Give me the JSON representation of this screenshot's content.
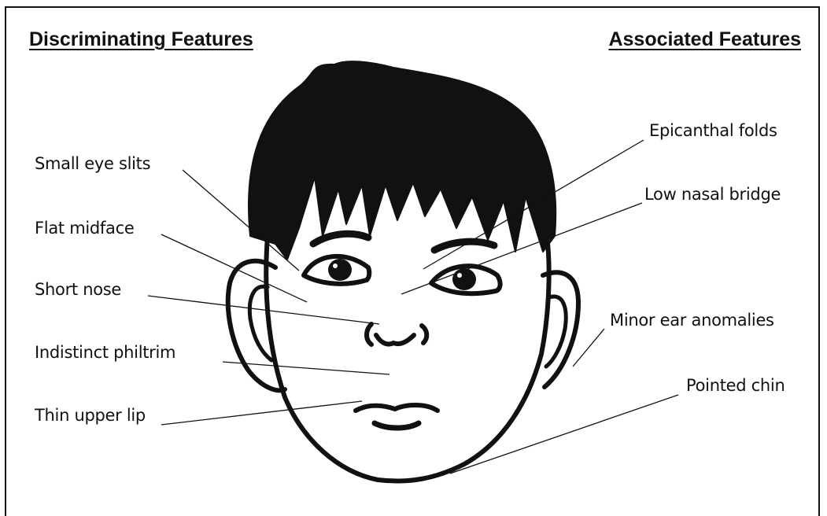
{
  "headings": {
    "discriminating": "Discriminating Features",
    "associated": "Associated Features"
  },
  "discriminating_features": [
    "Small eye slits",
    "Flat midface",
    "Short nose",
    "Indistinct philtrim",
    "Thin upper lip"
  ],
  "associated_features": [
    "Epicanthal folds",
    "Low nasal bridge",
    "Minor ear anomalies",
    "Pointed chin"
  ],
  "colors": {
    "ink": "#111111",
    "background": "#ffffff"
  }
}
